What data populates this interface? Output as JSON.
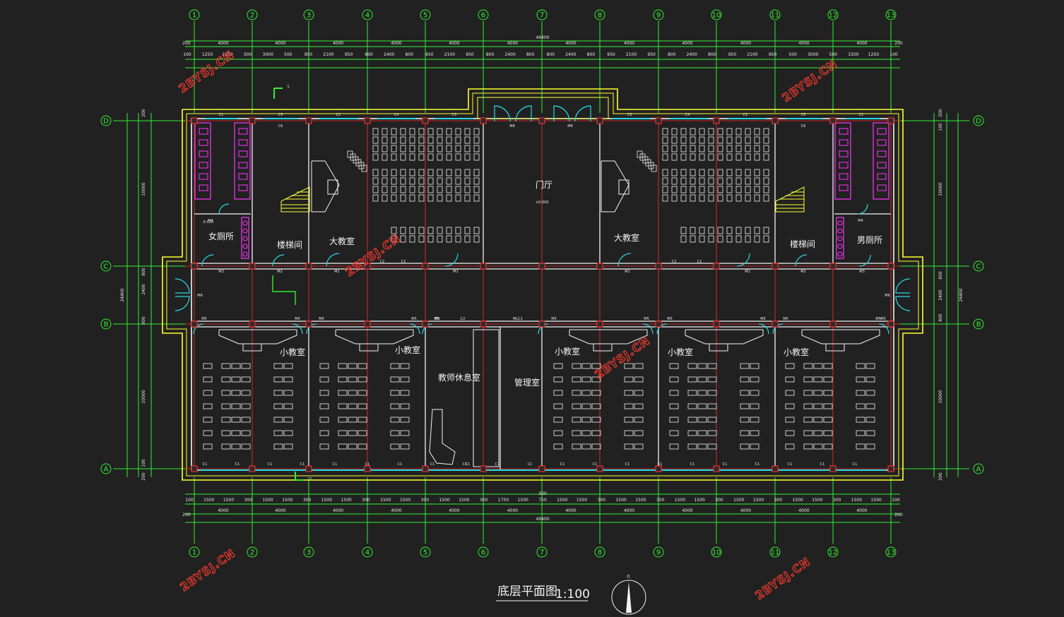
{
  "drawing": {
    "title": "底层平面图",
    "scale": "1:100",
    "north_label": "北"
  },
  "axes": {
    "numbered": [
      "1",
      "2",
      "3",
      "4",
      "5",
      "6",
      "7",
      "8",
      "9",
      "10",
      "11",
      "12",
      "13"
    ],
    "lettered": [
      "D",
      "C",
      "B",
      "A"
    ]
  },
  "dimensions": {
    "overall": "49400",
    "bay": "4000",
    "bays_top": [
      "4000",
      "4000",
      "4000",
      "4000",
      "4000",
      "4000",
      "4000",
      "4000",
      "4000",
      "4000",
      "4000",
      "4000"
    ],
    "bays_bottom": [
      "4000",
      "4000",
      "4000",
      "4000",
      "4000",
      "4000",
      "4000",
      "4000",
      "4000",
      "4000",
      "4000",
      "4000"
    ],
    "end_200": "200",
    "end_100": "100",
    "top_detail": [
      "100",
      "1250",
      "1250",
      "500",
      "3000",
      "500",
      "950",
      "2100",
      "950",
      "800",
      "2400",
      "800",
      "950",
      "2100",
      "950",
      "800",
      "2400",
      "800",
      "800",
      "2400",
      "800",
      "950",
      "2100",
      "950",
      "800",
      "2400",
      "800",
      "950",
      "2100",
      "950",
      "500",
      "3000",
      "500",
      "1500",
      "1250",
      "100"
    ],
    "bottom_detail": [
      "100",
      "1500",
      "1500",
      "300",
      "1500",
      "1500",
      "300",
      "1500",
      "1500",
      "300",
      "1500",
      "1500",
      "300",
      "1500",
      "1500",
      "300",
      "1750",
      "1500",
      "750",
      "1500",
      "1500",
      "300",
      "1500",
      "1500",
      "300",
      "1500",
      "1500",
      "300",
      "1500",
      "1500",
      "300",
      "1500",
      "1500",
      "300",
      "1500",
      "1500",
      "100"
    ],
    "bottom_300": "300",
    "left_side": [
      "200",
      "10000",
      "2400",
      "800",
      "10000",
      "100",
      "200"
    ],
    "left_side_total": "24400",
    "right_side": [
      "200",
      "100",
      "10000",
      "800",
      "2400",
      "10000",
      "200"
    ],
    "right_side_total": "24400",
    "mid_800": "800"
  },
  "rooms": {
    "womens_toilet": "女厕所",
    "mens_toilet": "男厕所",
    "stair_left": "楼梯间",
    "stair_right": "楼梯间",
    "big_classroom_left": "大教室",
    "big_classroom_right": "大教室",
    "hall": "门厅",
    "small_classroom": "小教室",
    "teacher_lounge": "教师休息室",
    "management": "管理室"
  },
  "levels": {
    "hall": "±0.000",
    "toilet": "-0.020"
  },
  "tags": {
    "window_top": [
      "C1",
      "C5",
      "C1",
      "C4",
      "C3",
      "C3",
      "C4",
      "C1",
      "C5",
      "C1"
    ],
    "window_bottom": [
      "C1",
      "C1",
      "C1",
      "C1",
      "C1",
      "C1",
      "C1",
      "C1",
      "C1",
      "C1",
      "C1",
      "C1",
      "C1",
      "C1",
      "C1",
      "C1",
      "C1",
      "C1",
      "C1",
      "C1",
      "C1"
    ],
    "door_corridor": [
      "M3",
      "M2",
      "M1",
      "M1",
      "M1",
      "M1",
      "M2",
      "M3"
    ],
    "door_lower": [
      "M5",
      "M5",
      "M5",
      "M5",
      "M5",
      "M5",
      "M5",
      "M5",
      "M5",
      "M5",
      "M5",
      "M5"
    ],
    "door_hall": [
      "M8",
      "M8"
    ],
    "door_end": [
      "M6",
      "M6"
    ],
    "door_toilet": [
      "M4",
      "M4"
    ],
    "misc": [
      "C6",
      "C6",
      "C2",
      "C2",
      "C2",
      "C2",
      "MLC1",
      "M5",
      "C2",
      "C1"
    ],
    "section": "1"
  },
  "watermark": "2BYSJ.CN",
  "colors": {
    "background": "#212121",
    "grid": "#33ee33",
    "axis_red": "#ff2d2d",
    "wall": "#f2f2f2",
    "outline_yellow": "#ffff33",
    "window_cyan": "#26d9e6",
    "toilet_magenta": "#ff33ff",
    "watermark": "#ff3b2f"
  }
}
